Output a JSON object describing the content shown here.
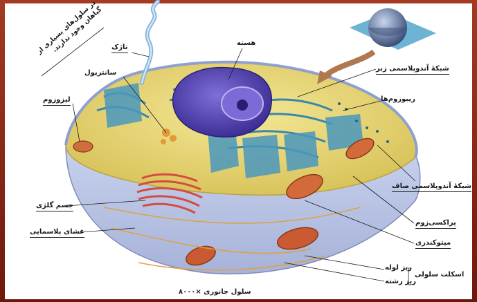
{
  "note": {
    "line1": "در سلول‌های بسیاری از",
    "line2": "گیاهان وجود ندارند."
  },
  "labels": {
    "tazhk": "تاژک",
    "santriol": "سانتریول",
    "lizozom": "لیزوزوم",
    "hasteh": "هسته",
    "er_rough": "شبکهٔ آندوپلاسمی زبر",
    "ribozomha": "ریبوزوم‌ها",
    "er_smooth": "شبکهٔ آندوپلاسمی صاف",
    "peroxisome": "پراکسی‌زوم",
    "mitochondria": "میتوکندری",
    "golgi": "جسم گلژی",
    "membrane": "غشای پلاسمایی",
    "microtubule": "ریز لوله",
    "microfilament": "ریز رشته",
    "cytoskeleton": "اسکلت سلولی",
    "caption": "سلول جانوری ×۸۰۰۰"
  },
  "colors": {
    "frame": "#8a2a16",
    "cytoplasm": "#e8d77a",
    "membrane": "#b9c3e0",
    "nucleus": "#5a48b8",
    "er": "#3f8fb0",
    "golgi": "#d8584a",
    "mitochondria": "#d06a3a",
    "ribosome": "#6bb0d0"
  },
  "icons": [
    "orientation-sphere-icon",
    "orientation-arrow-icon"
  ]
}
